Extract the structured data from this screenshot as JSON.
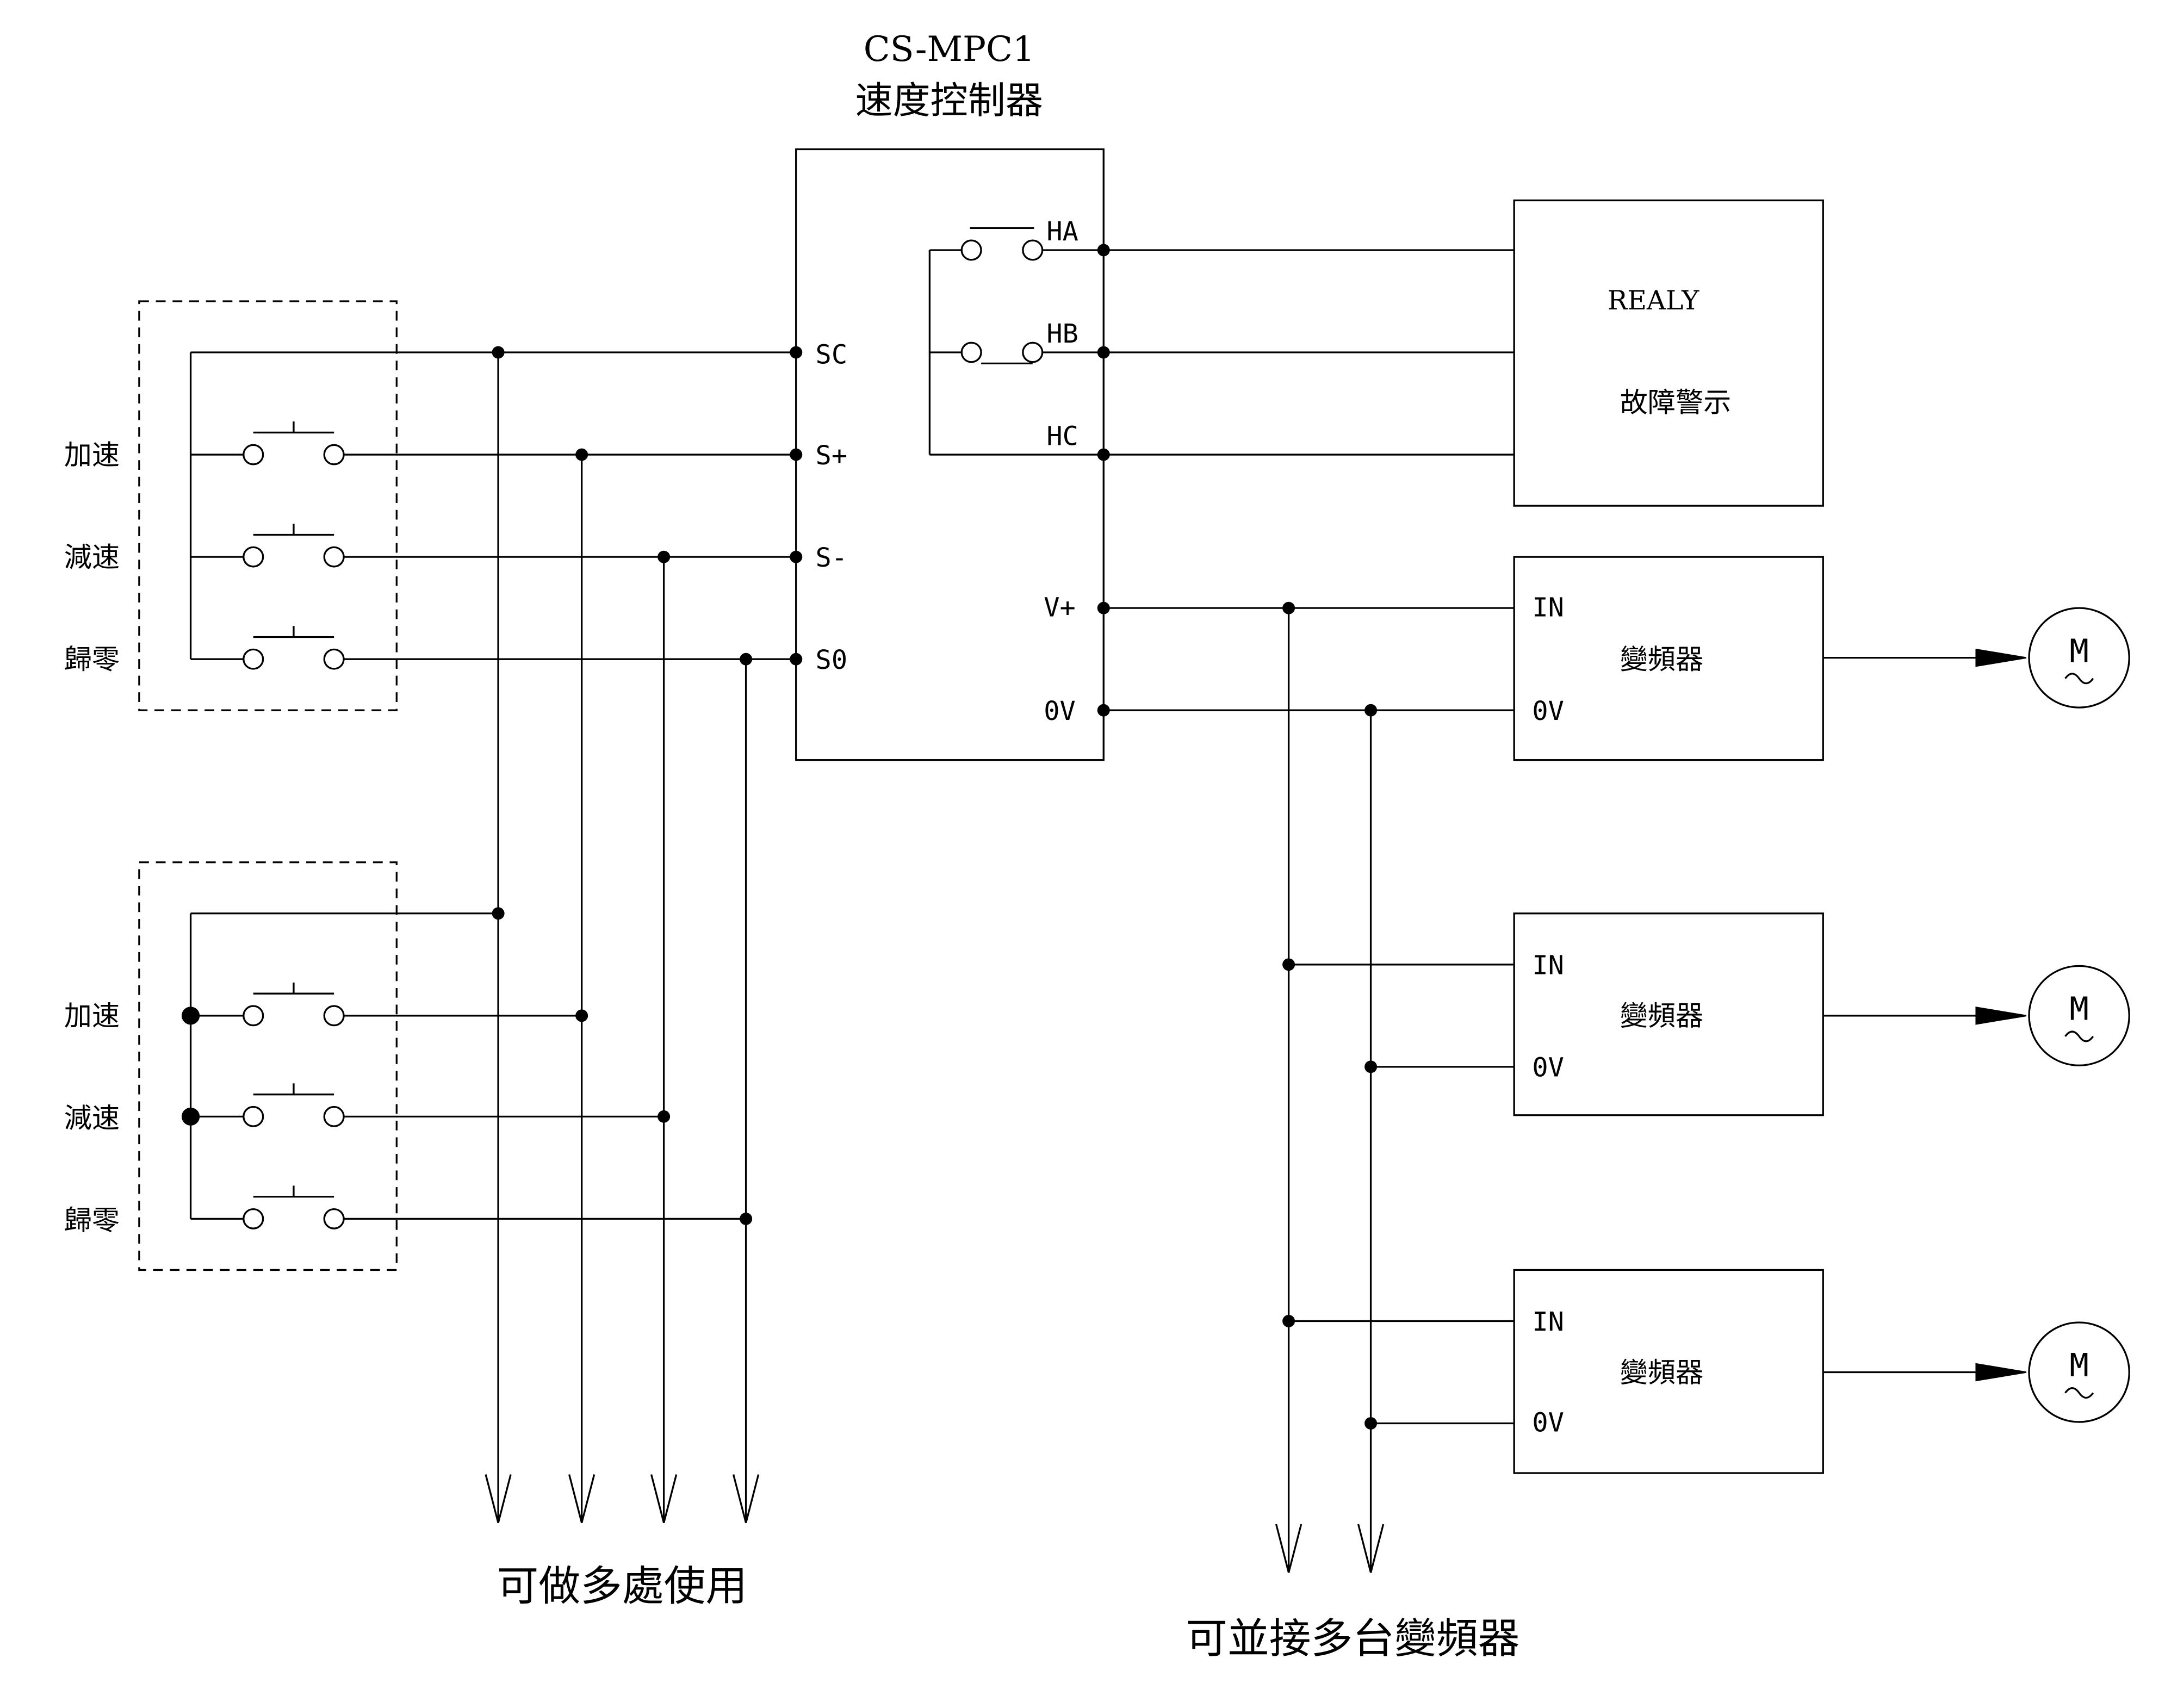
{
  "controller": {
    "model": "CS-MPC1",
    "name": "速度控制器",
    "inputs": [
      "SC",
      "S+",
      "S-",
      "S0"
    ],
    "relay_outputs": [
      "HA",
      "HB",
      "HC"
    ],
    "power_outputs": [
      "V+",
      "0V"
    ]
  },
  "relay_box": {
    "label": "REALY",
    "function": "故障警示"
  },
  "switch_groups": [
    {
      "buttons": [
        "加速",
        "減速",
        "歸零"
      ]
    },
    {
      "buttons": [
        "加速",
        "減速",
        "歸零"
      ]
    }
  ],
  "inverters": [
    {
      "name": "變頻器",
      "in_label": "IN",
      "gnd_label": "0V",
      "motor": "M"
    },
    {
      "name": "變頻器",
      "in_label": "IN",
      "gnd_label": "0V",
      "motor": "M"
    },
    {
      "name": "變頻器",
      "in_label": "IN",
      "gnd_label": "0V",
      "motor": "M"
    }
  ],
  "notes": {
    "multi_location": "可做多處使用",
    "multi_inverter": "可並接多台變頻器"
  }
}
